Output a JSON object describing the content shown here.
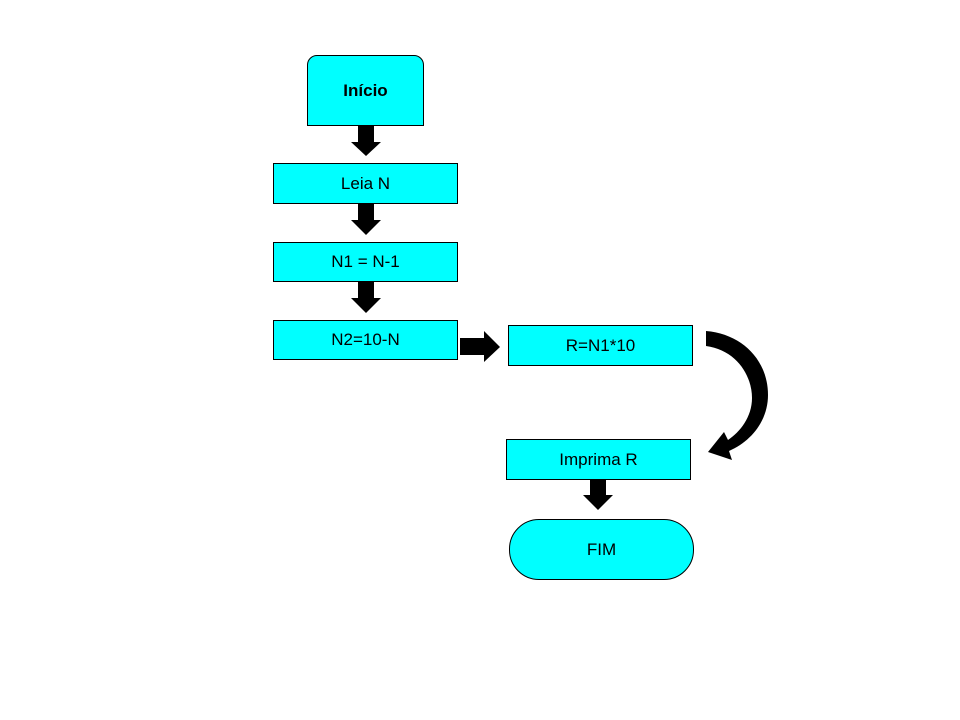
{
  "colors": {
    "node_fill": "#00ffff",
    "node_border": "#000000",
    "arrow": "#000000"
  },
  "nodes": {
    "start": "Início",
    "read": "Leia N",
    "n1": "N1 = N-1",
    "n2": "N2=10-N",
    "r": "R=N1*10",
    "print": "Imprima R",
    "end": "FIM"
  }
}
